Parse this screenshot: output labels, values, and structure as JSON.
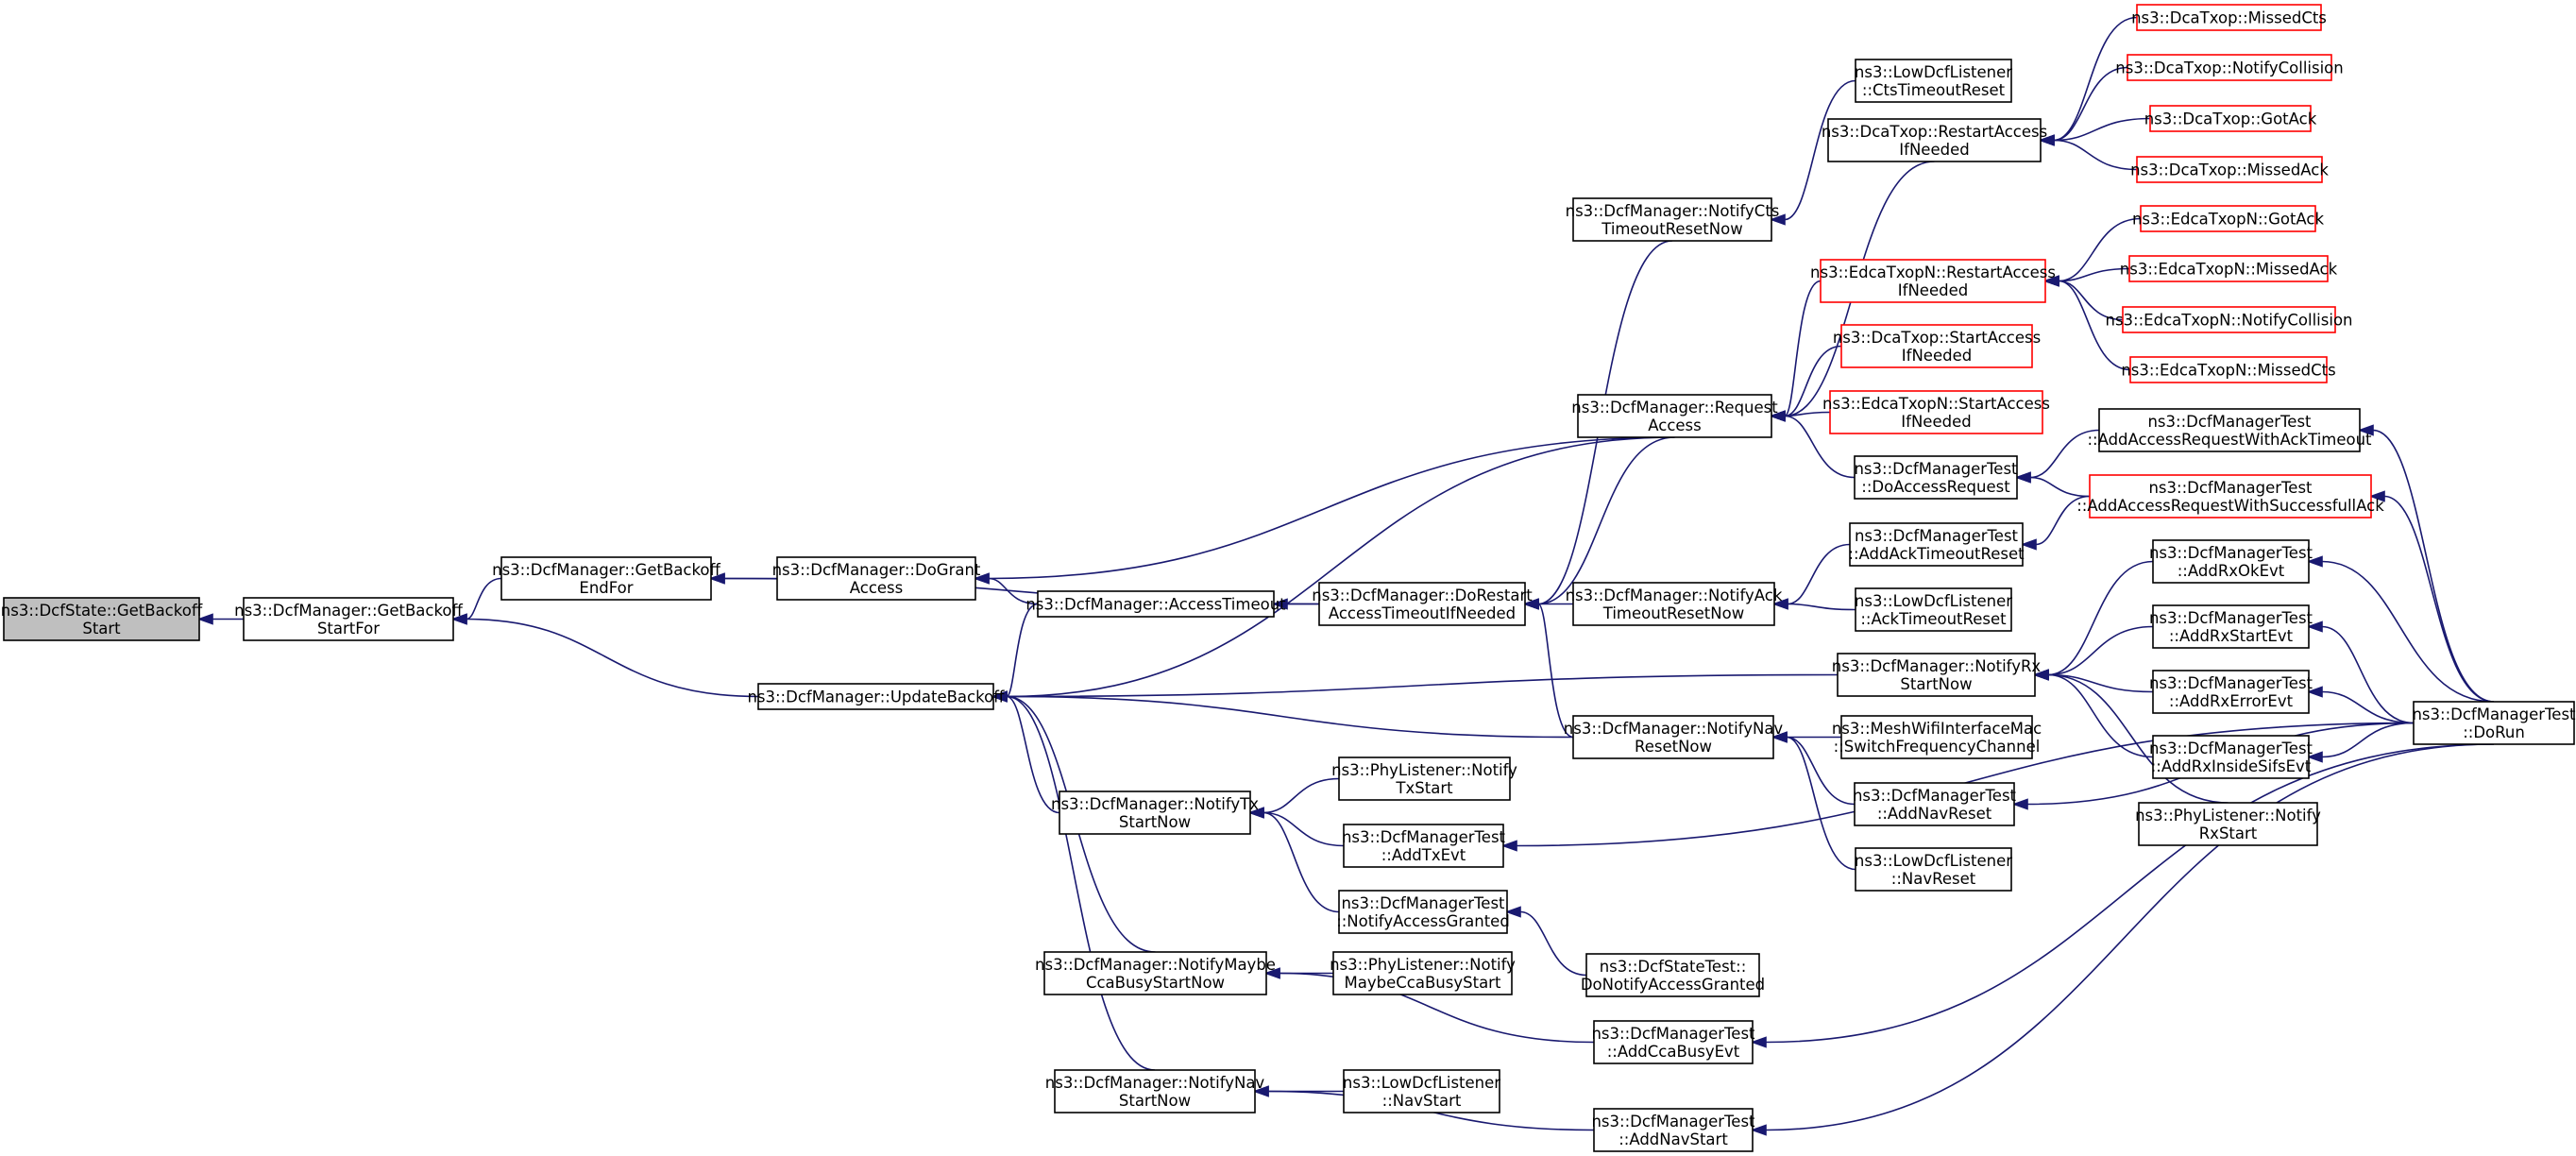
{
  "colors": {
    "edge": "#191970",
    "node_border": "#000000",
    "node_border_external": "#ff0000",
    "node_fill": "#ffffff",
    "node_fill_root": "#bfbfbf"
  },
  "nodes": [
    {
      "id": "n_root",
      "lines": [
        "ns3::DcfState::GetBackoff",
        "Start"
      ],
      "kind": "root"
    },
    {
      "id": "n_gbsf",
      "lines": [
        "ns3::DcfManager::GetBackoff",
        "StartFor"
      ],
      "kind": "normal"
    },
    {
      "id": "n_gbef",
      "lines": [
        "ns3::DcfManager::GetBackoff",
        "EndFor"
      ],
      "kind": "normal"
    },
    {
      "id": "n_ub",
      "lines": [
        "ns3::DcfManager::UpdateBackoff"
      ],
      "kind": "normal"
    },
    {
      "id": "n_dga",
      "lines": [
        "ns3::DcfManager::DoGrant",
        "Access"
      ],
      "kind": "normal"
    },
    {
      "id": "n_at",
      "lines": [
        "ns3::DcfManager::AccessTimeout"
      ],
      "kind": "normal"
    },
    {
      "id": "n_ntx",
      "lines": [
        "ns3::DcfManager::NotifyTx",
        "StartNow"
      ],
      "kind": "normal"
    },
    {
      "id": "n_ncca",
      "lines": [
        "ns3::DcfManager::NotifyMaybe",
        "CcaBusyStartNow"
      ],
      "kind": "normal"
    },
    {
      "id": "n_nnav_s",
      "lines": [
        "ns3::DcfManager::NotifyNav",
        "StartNow"
      ],
      "kind": "normal"
    },
    {
      "id": "n_drat",
      "lines": [
        "ns3::DcfManager::DoRestart",
        "AccessTimeoutIfNeeded"
      ],
      "kind": "normal"
    },
    {
      "id": "n_pl_tx",
      "lines": [
        "ns3::PhyListener::Notify",
        "TxStart"
      ],
      "kind": "normal"
    },
    {
      "id": "n_addtx",
      "lines": [
        "ns3::DcfManagerTest",
        "::AddTxEvt"
      ],
      "kind": "normal"
    },
    {
      "id": "n_nag",
      "lines": [
        "ns3::DcfManagerTest",
        "::NotifyAccessGranted"
      ],
      "kind": "normal"
    },
    {
      "id": "n_pl_cca",
      "lines": [
        "ns3::PhyListener::Notify",
        "MaybeCcaBusyStart"
      ],
      "kind": "normal"
    },
    {
      "id": "n_ldl_nav",
      "lines": [
        "ns3::LowDcfListener",
        "::NavStart"
      ],
      "kind": "normal"
    },
    {
      "id": "n_ncts",
      "lines": [
        "ns3::DcfManager::NotifyCts",
        "TimeoutResetNow"
      ],
      "kind": "normal"
    },
    {
      "id": "n_req",
      "lines": [
        "ns3::DcfManager::Request",
        "Access"
      ],
      "kind": "normal"
    },
    {
      "id": "n_nack",
      "lines": [
        "ns3::DcfManager::NotifyAck",
        "TimeoutResetNow"
      ],
      "kind": "normal"
    },
    {
      "id": "n_nnav_r",
      "lines": [
        "ns3::DcfManager::NotifyNav",
        "ResetNow"
      ],
      "kind": "normal"
    },
    {
      "id": "n_dst",
      "lines": [
        "ns3::DcfStateTest::",
        "DoNotifyAccessGranted"
      ],
      "kind": "normal"
    },
    {
      "id": "n_addcca",
      "lines": [
        "ns3::DcfManagerTest",
        "::AddCcaBusyEvt"
      ],
      "kind": "normal"
    },
    {
      "id": "n_addnavs",
      "lines": [
        "ns3::DcfManagerTest",
        "::AddNavStart"
      ],
      "kind": "normal"
    },
    {
      "id": "n_ldl_cts",
      "lines": [
        "ns3::LowDcfListener",
        "::CtsTimeoutReset"
      ],
      "kind": "normal"
    },
    {
      "id": "n_dca_rai",
      "lines": [
        "ns3::DcaTxop::RestartAccess",
        "IfNeeded"
      ],
      "kind": "normal"
    },
    {
      "id": "n_edca_rai",
      "lines": [
        "ns3::EdcaTxopN::RestartAccess",
        "IfNeeded"
      ],
      "kind": "external"
    },
    {
      "id": "n_dca_sai",
      "lines": [
        "ns3::DcaTxop::StartAccess",
        "IfNeeded"
      ],
      "kind": "external"
    },
    {
      "id": "n_edca_sai",
      "lines": [
        "ns3::EdcaTxopN::StartAccess",
        "IfNeeded"
      ],
      "kind": "external"
    },
    {
      "id": "n_doar",
      "lines": [
        "ns3::DcfManagerTest",
        "::DoAccessRequest"
      ],
      "kind": "normal"
    },
    {
      "id": "n_aatr",
      "lines": [
        "ns3::DcfManagerTest",
        "::AddAckTimeoutReset"
      ],
      "kind": "normal"
    },
    {
      "id": "n_ldl_ack",
      "lines": [
        "ns3::LowDcfListener",
        "::AckTimeoutReset"
      ],
      "kind": "normal"
    },
    {
      "id": "n_nrx",
      "lines": [
        "ns3::DcfManager::NotifyRx",
        "StartNow"
      ],
      "kind": "normal"
    },
    {
      "id": "n_mesh",
      "lines": [
        "ns3::MeshWifiInterfaceMac",
        "::SwitchFrequencyChannel"
      ],
      "kind": "normal"
    },
    {
      "id": "n_addnavr",
      "lines": [
        "ns3::DcfManagerTest",
        "::AddNavReset"
      ],
      "kind": "normal"
    },
    {
      "id": "n_ldl_navr",
      "lines": [
        "ns3::LowDcfListener",
        "::NavReset"
      ],
      "kind": "normal"
    },
    {
      "id": "n_dca_mcts",
      "lines": [
        "ns3::DcaTxop::MissedCts"
      ],
      "kind": "external"
    },
    {
      "id": "n_dca_nc",
      "lines": [
        "ns3::DcaTxop::NotifyCollision"
      ],
      "kind": "external"
    },
    {
      "id": "n_dca_ga",
      "lines": [
        "ns3::DcaTxop::GotAck"
      ],
      "kind": "external"
    },
    {
      "id": "n_dca_ma",
      "lines": [
        "ns3::DcaTxop::MissedAck"
      ],
      "kind": "external"
    },
    {
      "id": "n_edca_ga",
      "lines": [
        "ns3::EdcaTxopN::GotAck"
      ],
      "kind": "external"
    },
    {
      "id": "n_edca_ma",
      "lines": [
        "ns3::EdcaTxopN::MissedAck"
      ],
      "kind": "external"
    },
    {
      "id": "n_edca_nc",
      "lines": [
        "ns3::EdcaTxopN::NotifyCollision"
      ],
      "kind": "external"
    },
    {
      "id": "n_edca_mcts",
      "lines": [
        "ns3::EdcaTxopN::MissedCts"
      ],
      "kind": "external"
    },
    {
      "id": "n_aarwat",
      "lines": [
        "ns3::DcfManagerTest",
        "::AddAccessRequestWithAckTimeout"
      ],
      "kind": "normal"
    },
    {
      "id": "n_aarwsa",
      "lines": [
        "ns3::DcfManagerTest",
        "::AddAccessRequestWithSuccessfullAck"
      ],
      "kind": "external"
    },
    {
      "id": "n_rxok",
      "lines": [
        "ns3::DcfManagerTest",
        "::AddRxOkEvt"
      ],
      "kind": "normal"
    },
    {
      "id": "n_rxstart",
      "lines": [
        "ns3::DcfManagerTest",
        "::AddRxStartEvt"
      ],
      "kind": "normal"
    },
    {
      "id": "n_rxerr",
      "lines": [
        "ns3::DcfManagerTest",
        "::AddRxErrorEvt"
      ],
      "kind": "normal"
    },
    {
      "id": "n_rxsifs",
      "lines": [
        "ns3::DcfManagerTest",
        "::AddRxInsideSifsEvt"
      ],
      "kind": "normal"
    },
    {
      "id": "n_pl_rx",
      "lines": [
        "ns3::PhyListener::Notify",
        "RxStart"
      ],
      "kind": "normal"
    },
    {
      "id": "n_dorun",
      "lines": [
        "ns3::DcfManagerTest",
        "::DoRun"
      ],
      "kind": "normal"
    }
  ],
  "edges": [
    [
      "n_gbsf",
      "n_root"
    ],
    [
      "n_gbef",
      "n_gbsf"
    ],
    [
      "n_ub",
      "n_gbsf"
    ],
    [
      "n_dga",
      "n_gbef"
    ],
    [
      "n_drat",
      "n_gbef"
    ],
    [
      "n_at",
      "n_dga"
    ],
    [
      "n_req",
      "n_dga"
    ],
    [
      "n_drat",
      "n_at"
    ],
    [
      "n_at",
      "n_ub"
    ],
    [
      "n_req",
      "n_ub"
    ],
    [
      "n_ntx",
      "n_ub"
    ],
    [
      "n_ncca",
      "n_ub"
    ],
    [
      "n_nnav_s",
      "n_ub"
    ],
    [
      "n_nrx",
      "n_ub"
    ],
    [
      "n_nnav_r",
      "n_ub"
    ],
    [
      "n_pl_tx",
      "n_ntx"
    ],
    [
      "n_addtx",
      "n_ntx"
    ],
    [
      "n_nag",
      "n_ntx"
    ],
    [
      "n_dst",
      "n_nag"
    ],
    [
      "n_pl_cca",
      "n_ncca"
    ],
    [
      "n_addcca",
      "n_ncca"
    ],
    [
      "n_ldl_nav",
      "n_nnav_s"
    ],
    [
      "n_addnavs",
      "n_nnav_s"
    ],
    [
      "n_ncts",
      "n_drat"
    ],
    [
      "n_req",
      "n_drat"
    ],
    [
      "n_nack",
      "n_drat"
    ],
    [
      "n_nnav_r",
      "n_drat"
    ],
    [
      "n_ldl_cts",
      "n_ncts"
    ],
    [
      "n_dca_rai",
      "n_req"
    ],
    [
      "n_edca_rai",
      "n_req"
    ],
    [
      "n_dca_sai",
      "n_req"
    ],
    [
      "n_edca_sai",
      "n_req"
    ],
    [
      "n_doar",
      "n_req"
    ],
    [
      "n_aatr",
      "n_nack"
    ],
    [
      "n_ldl_ack",
      "n_nack"
    ],
    [
      "n_mesh",
      "n_nnav_r"
    ],
    [
      "n_addnavr",
      "n_nnav_r"
    ],
    [
      "n_ldl_navr",
      "n_nnav_r"
    ],
    [
      "n_dca_mcts",
      "n_dca_rai"
    ],
    [
      "n_dca_nc",
      "n_dca_rai"
    ],
    [
      "n_dca_ga",
      "n_dca_rai"
    ],
    [
      "n_dca_ma",
      "n_dca_rai"
    ],
    [
      "n_edca_ga",
      "n_edca_rai"
    ],
    [
      "n_edca_ma",
      "n_edca_rai"
    ],
    [
      "n_edca_nc",
      "n_edca_rai"
    ],
    [
      "n_edca_mcts",
      "n_edca_rai"
    ],
    [
      "n_aarwat",
      "n_doar"
    ],
    [
      "n_aarwsa",
      "n_doar"
    ],
    [
      "n_aarwsa",
      "n_aatr"
    ],
    [
      "n_rxok",
      "n_nrx"
    ],
    [
      "n_rxstart",
      "n_nrx"
    ],
    [
      "n_rxerr",
      "n_nrx"
    ],
    [
      "n_rxsifs",
      "n_nrx"
    ],
    [
      "n_pl_rx",
      "n_nrx"
    ],
    [
      "n_dorun",
      "n_aarwat"
    ],
    [
      "n_dorun",
      "n_aarwsa"
    ],
    [
      "n_dorun",
      "n_rxok"
    ],
    [
      "n_dorun",
      "n_rxstart"
    ],
    [
      "n_dorun",
      "n_rxerr"
    ],
    [
      "n_dorun",
      "n_rxsifs"
    ],
    [
      "n_dorun",
      "n_addnavr"
    ],
    [
      "n_dorun",
      "n_addtx"
    ],
    [
      "n_dorun",
      "n_addcca"
    ],
    [
      "n_dorun",
      "n_addnavs"
    ]
  ]
}
